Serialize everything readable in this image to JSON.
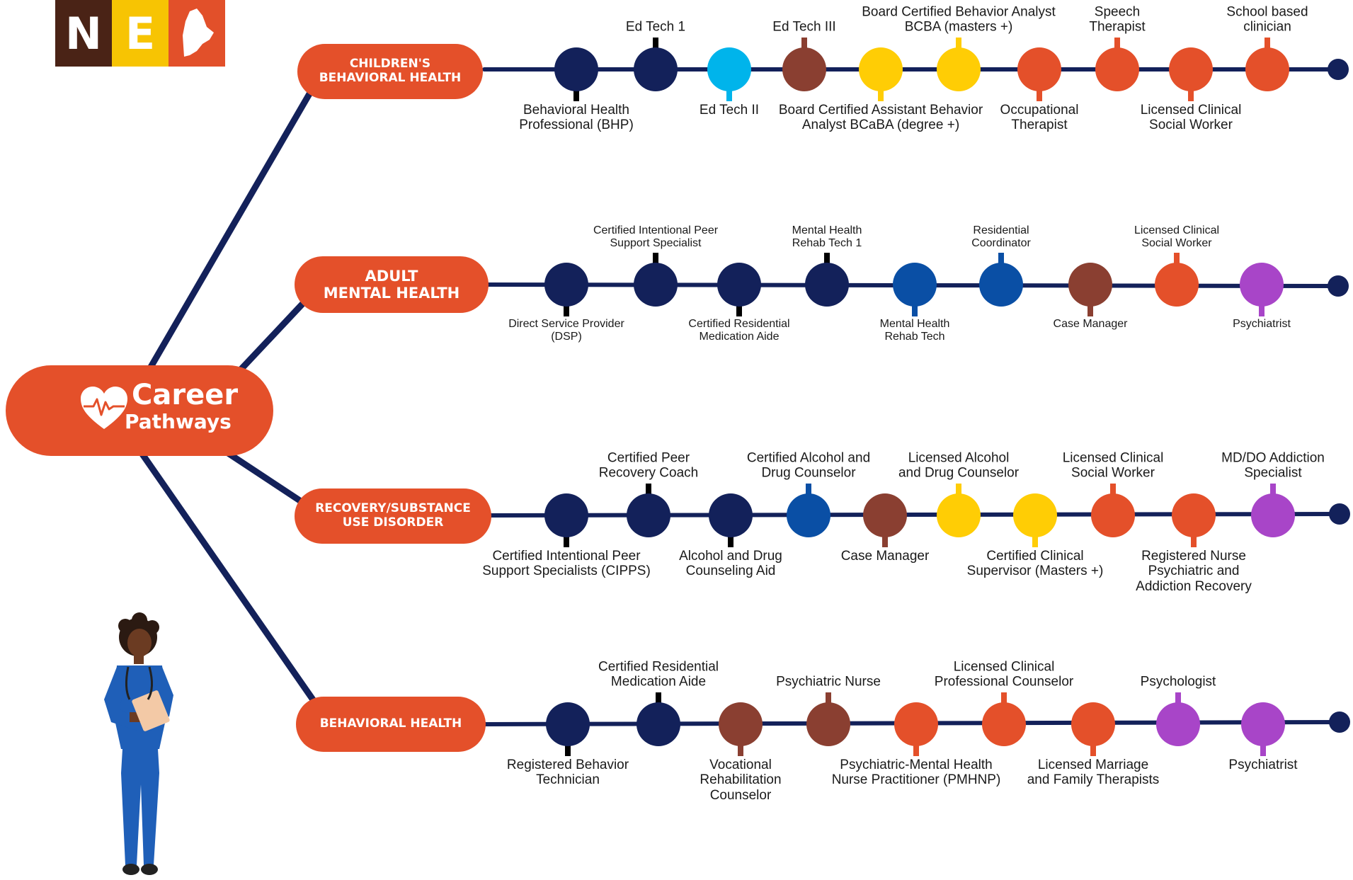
{
  "logo": {
    "letters": [
      "N",
      "E"
    ],
    "icon": "maine-state-shape-icon"
  },
  "hub": {
    "title": "Career",
    "subtitle": "Pathways",
    "icon": "heart-pulse-icon"
  },
  "colors": {
    "navy": "#13215a",
    "sky": "#00b4eb",
    "brown": "#8a3f31",
    "yellow": "#ffcd05",
    "orange": "#e4502a",
    "blue": "#0a4fa5",
    "purple": "#a845c8",
    "line": "#13215a"
  },
  "figure": {
    "icon": "nurse-with-clipboard-icon"
  },
  "tracks": [
    {
      "name": "children",
      "label": [
        "CHILDREN'S",
        "BEHAVIORAL HEALTH"
      ],
      "stops": [
        {
          "color": "navy",
          "label": [
            "Behavioral Health",
            "Professional (BHP)"
          ],
          "pos": "below"
        },
        {
          "color": "navy",
          "label": [
            "Ed Tech 1"
          ],
          "pos": "above"
        },
        {
          "color": "sky",
          "label": [
            "Ed Tech II"
          ],
          "pos": "below"
        },
        {
          "color": "brown",
          "label": [
            "Ed Tech III"
          ],
          "pos": "above"
        },
        {
          "color": "yellow",
          "label": [
            "Board Certified Assistant Behavior",
            "Analyst BCaBA (degree +)"
          ],
          "pos": "below"
        },
        {
          "color": "yellow",
          "label": [
            "Board Certified Behavior Analyst",
            "BCBA (masters +)"
          ],
          "pos": "above"
        },
        {
          "color": "orange",
          "label": [
            "Occupational",
            "Therapist"
          ],
          "pos": "below"
        },
        {
          "color": "orange",
          "label": [
            "Speech",
            "Therapist"
          ],
          "pos": "above"
        },
        {
          "color": "orange",
          "label": [
            "Licensed Clinical",
            "Social Worker"
          ],
          "pos": "below"
        },
        {
          "color": "orange",
          "label": [
            "School based",
            "clinician"
          ],
          "pos": "above"
        }
      ]
    },
    {
      "name": "adult",
      "label": [
        "ADULT",
        "MENTAL HEALTH"
      ],
      "stops": [
        {
          "color": "navy",
          "label": [
            "Direct Service Provider",
            "(DSP)"
          ],
          "pos": "below"
        },
        {
          "color": "navy",
          "label": [
            "Certified Intentional Peer",
            "Support Specialist"
          ],
          "pos": "above"
        },
        {
          "color": "navy",
          "label": [
            "Certified Residential",
            "Medication Aide"
          ],
          "pos": "below"
        },
        {
          "color": "navy",
          "label": [
            "Mental Health",
            "Rehab Tech 1"
          ],
          "pos": "above"
        },
        {
          "color": "blue",
          "label": [
            "Mental Health",
            "Rehab Tech"
          ],
          "pos": "below"
        },
        {
          "color": "blue",
          "label": [
            "Residential",
            "Coordinator"
          ],
          "pos": "above"
        },
        {
          "color": "brown",
          "label": [
            "Case Manager"
          ],
          "pos": "below"
        },
        {
          "color": "orange",
          "label": [
            "Licensed Clinical",
            "Social Worker"
          ],
          "pos": "above"
        },
        {
          "color": "purple",
          "label": [
            "Psychiatrist"
          ],
          "pos": "below"
        }
      ]
    },
    {
      "name": "recovery",
      "label": [
        "RECOVERY/SUBSTANCE",
        "USE DISORDER"
      ],
      "stops": [
        {
          "color": "navy",
          "label": [
            "Certified Intentional Peer",
            "Support Specialists (CIPPS)"
          ],
          "pos": "below"
        },
        {
          "color": "navy",
          "label": [
            "Certified Peer",
            "Recovery Coach"
          ],
          "pos": "above"
        },
        {
          "color": "navy",
          "label": [
            "Alcohol and Drug",
            "Counseling Aid"
          ],
          "pos": "below"
        },
        {
          "color": "blue",
          "label": [
            "Certified Alcohol and",
            "Drug Counselor"
          ],
          "pos": "above"
        },
        {
          "color": "brown",
          "label": [
            "Case Manager"
          ],
          "pos": "below"
        },
        {
          "color": "yellow",
          "label": [
            "Licensed Alcohol",
            "and Drug Counselor"
          ],
          "pos": "above"
        },
        {
          "color": "yellow",
          "label": [
            "Certified Clinical",
            "Supervisor (Masters +)"
          ],
          "pos": "below"
        },
        {
          "color": "orange",
          "label": [
            "Licensed Clinical",
            "Social Worker"
          ],
          "pos": "above"
        },
        {
          "color": "orange",
          "label": [
            "Registered Nurse",
            "Psychiatric and",
            "Addiction Recovery"
          ],
          "pos": "below"
        },
        {
          "color": "purple",
          "label": [
            "MD/DO Addiction",
            "Specialist"
          ],
          "pos": "above"
        }
      ]
    },
    {
      "name": "behavioral",
      "label": [
        "BEHAVIORAL HEALTH"
      ],
      "stops": [
        {
          "color": "navy",
          "label": [
            "Registered Behavior",
            "Technician"
          ],
          "pos": "below"
        },
        {
          "color": "navy",
          "label": [
            "Certified Residential",
            "Medication Aide"
          ],
          "pos": "above"
        },
        {
          "color": "brown",
          "label": [
            "Vocational",
            "Rehabilitation",
            "Counselor"
          ],
          "pos": "below"
        },
        {
          "color": "brown",
          "label": [
            "Psychiatric Nurse"
          ],
          "pos": "above"
        },
        {
          "color": "orange",
          "label": [
            "Psychiatric-Mental Health",
            "Nurse Practitioner (PMHNP)"
          ],
          "pos": "below"
        },
        {
          "color": "orange",
          "label": [
            "Licensed Clinical",
            "Professional Counselor"
          ],
          "pos": "above"
        },
        {
          "color": "orange",
          "label": [
            "Licensed Marriage",
            "and Family Therapists"
          ],
          "pos": "below"
        },
        {
          "color": "purple",
          "label": [
            "Psychologist"
          ],
          "pos": "above"
        },
        {
          "color": "purple",
          "label": [
            "Psychiatrist"
          ],
          "pos": "below"
        }
      ]
    }
  ]
}
